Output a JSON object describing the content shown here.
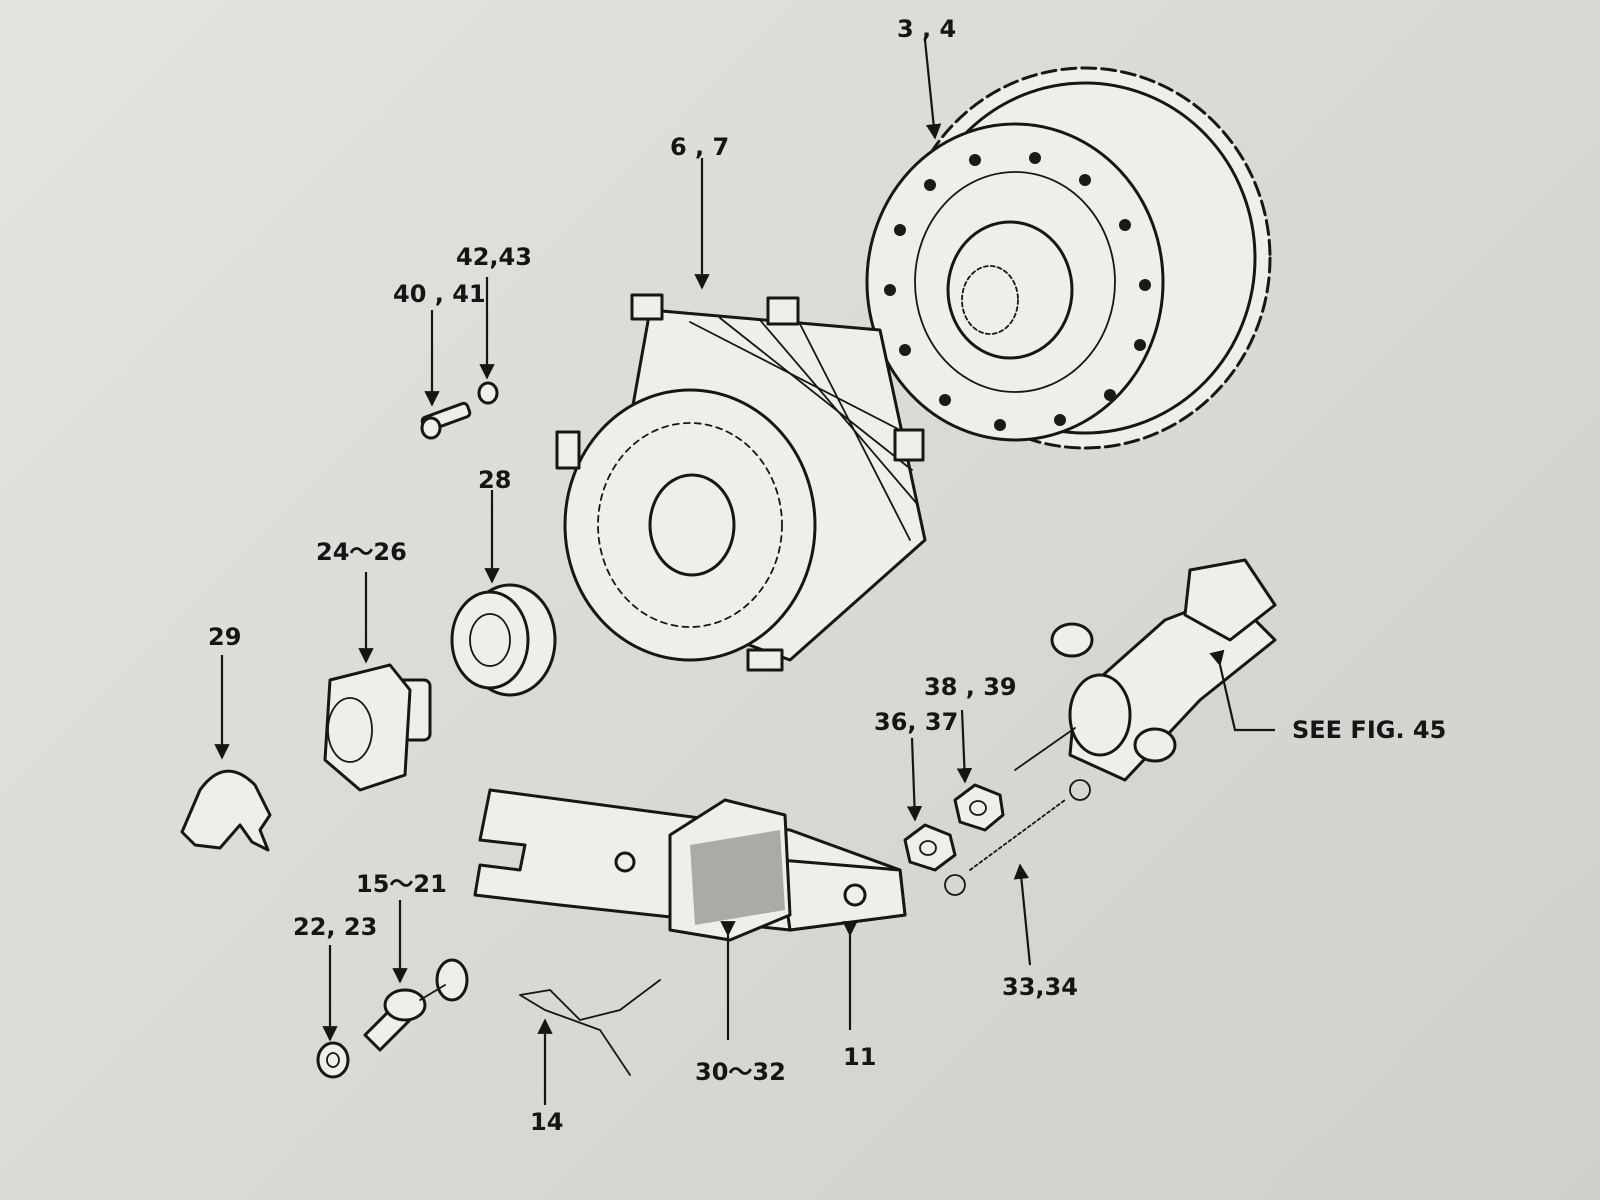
{
  "labels": {
    "p3_4": "3 , 4",
    "p6_7": "6 , 7",
    "p42_43": "42,43",
    "p40_41": "40 , 41",
    "p28": "28",
    "p24_26": "24～26",
    "p29": "29",
    "p38_39": "38 , 39",
    "p36_37": "36, 37",
    "see_fig": "SEE FIG. 45",
    "p15_21": "15～21",
    "p22_23": "22, 23",
    "p33_34": "33,34",
    "p14": "14",
    "p30_32": "30～32",
    "p11": "11"
  },
  "colors": {
    "paper": "#dcdcd8",
    "ink": "#151515"
  }
}
